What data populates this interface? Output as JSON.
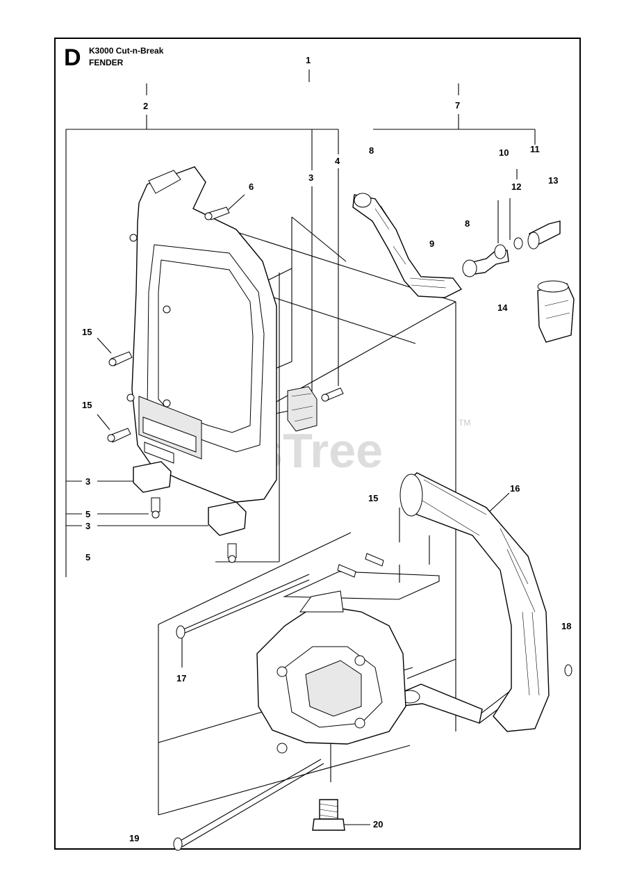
{
  "header": {
    "section_letter": "D",
    "model": "K3000 Cut-n-Break",
    "section_name": "FENDER"
  },
  "watermark": {
    "text": "PartsTree",
    "tm": "TM"
  },
  "callouts": {
    "c1": "1",
    "c2": "2",
    "c3a": "3",
    "c3b": "3",
    "c3c": "3",
    "c4": "4",
    "c5a": "5",
    "c5b": "5",
    "c6": "6",
    "c7": "7",
    "c8a": "8",
    "c8b": "8",
    "c9": "9",
    "c10": "10",
    "c11": "11",
    "c12": "12",
    "c13": "13",
    "c14": "14",
    "c15a": "15",
    "c15b": "15",
    "c15c": "15",
    "c16": "16",
    "c17": "17",
    "c18": "18",
    "c19": "19",
    "c20": "20"
  }
}
